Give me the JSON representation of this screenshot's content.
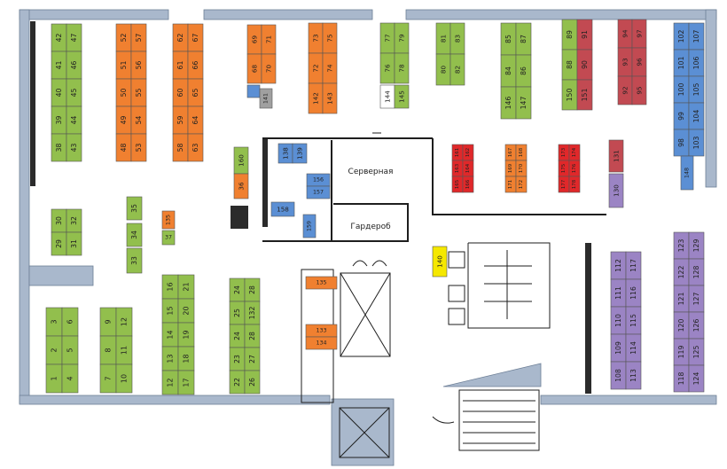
{
  "colors": {
    "green": "#92bf4d",
    "orange": "#f08030",
    "red": "#e0282a",
    "dark_red": "#c24a52",
    "blue": "#5b8fd4",
    "purple": "#9b84c4",
    "yellow": "#f5e800",
    "grey": "#a0a0a0",
    "wall": "#a9b8cc"
  },
  "rooms": {
    "server": "Серверная",
    "wardrobe": "Гардероб"
  },
  "desks": [
    {
      "label": "42",
      "color": "green"
    },
    {
      "label": "47",
      "color": "green"
    },
    {
      "label": "41",
      "color": "green"
    },
    {
      "label": "46",
      "color": "green"
    },
    {
      "label": "40",
      "color": "green"
    },
    {
      "label": "45",
      "color": "green"
    },
    {
      "label": "39",
      "color": "green"
    },
    {
      "label": "44",
      "color": "green"
    },
    {
      "label": "38",
      "color": "green"
    },
    {
      "label": "43",
      "color": "green"
    },
    {
      "label": "52",
      "color": "orange"
    },
    {
      "label": "57",
      "color": "orange"
    },
    {
      "label": "51",
      "color": "orange"
    },
    {
      "label": "56",
      "color": "orange"
    },
    {
      "label": "50",
      "color": "orange"
    },
    {
      "label": "55",
      "color": "orange"
    },
    {
      "label": "49",
      "color": "orange"
    },
    {
      "label": "54",
      "color": "orange"
    },
    {
      "label": "48",
      "color": "orange"
    },
    {
      "label": "53",
      "color": "orange"
    },
    {
      "label": "62",
      "color": "orange"
    },
    {
      "label": "67",
      "color": "orange"
    },
    {
      "label": "61",
      "color": "orange"
    },
    {
      "label": "66",
      "color": "orange"
    },
    {
      "label": "60",
      "color": "orange"
    },
    {
      "label": "65",
      "color": "orange"
    },
    {
      "label": "59",
      "color": "orange"
    },
    {
      "label": "64",
      "color": "orange"
    },
    {
      "label": "58",
      "color": "orange"
    },
    {
      "label": "63",
      "color": "orange"
    },
    {
      "label": "69",
      "color": "orange"
    },
    {
      "label": "71",
      "color": "orange"
    },
    {
      "label": "68",
      "color": "orange"
    },
    {
      "label": "70",
      "color": "orange"
    },
    {
      "label": "",
      "color": "blue"
    },
    {
      "label": "141",
      "color": "grey"
    },
    {
      "label": "73",
      "color": "orange"
    },
    {
      "label": "75",
      "color": "orange"
    },
    {
      "label": "72",
      "color": "orange"
    },
    {
      "label": "74",
      "color": "orange"
    },
    {
      "label": "142",
      "color": "orange"
    },
    {
      "label": "143",
      "color": "orange"
    },
    {
      "label": "77",
      "color": "green"
    },
    {
      "label": "79",
      "color": "green"
    },
    {
      "label": "76",
      "color": "green"
    },
    {
      "label": "78",
      "color": "green"
    },
    {
      "label": "144",
      "color": "white"
    },
    {
      "label": "145",
      "color": "green"
    },
    {
      "label": "81",
      "color": "green"
    },
    {
      "label": "83",
      "color": "green"
    },
    {
      "label": "80",
      "color": "green"
    },
    {
      "label": "82",
      "color": "green"
    },
    {
      "label": "85",
      "color": "green"
    },
    {
      "label": "87",
      "color": "green"
    },
    {
      "label": "84",
      "color": "green"
    },
    {
      "label": "86",
      "color": "green"
    },
    {
      "label": "146",
      "color": "green"
    },
    {
      "label": "147",
      "color": "green"
    },
    {
      "label": "89",
      "color": "green"
    },
    {
      "label": "91",
      "color": "dark_red"
    },
    {
      "label": "88",
      "color": "green"
    },
    {
      "label": "90",
      "color": "dark_red"
    },
    {
      "label": "150",
      "color": "green"
    },
    {
      "label": "151",
      "color": "dark_red"
    },
    {
      "label": "94",
      "color": "dark_red"
    },
    {
      "label": "97",
      "color": "dark_red"
    },
    {
      "label": "93",
      "color": "dark_red"
    },
    {
      "label": "96",
      "color": "dark_red"
    },
    {
      "label": "92",
      "color": "dark_red"
    },
    {
      "label": "95",
      "color": "dark_red"
    },
    {
      "label": "102",
      "color": "blue"
    },
    {
      "label": "107",
      "color": "blue"
    },
    {
      "label": "101",
      "color": "blue"
    },
    {
      "label": "106",
      "color": "blue"
    },
    {
      "label": "100",
      "color": "blue"
    },
    {
      "label": "105",
      "color": "blue"
    },
    {
      "label": "99",
      "color": "blue"
    },
    {
      "label": "104",
      "color": "blue"
    },
    {
      "label": "98",
      "color": "blue"
    },
    {
      "label": "103",
      "color": "blue"
    },
    {
      "label": "148",
      "color": "blue"
    },
    {
      "label": "160",
      "color": "green"
    },
    {
      "label": "36",
      "color": "orange"
    },
    {
      "label": "138",
      "color": "blue"
    },
    {
      "label": "139",
      "color": "blue"
    },
    {
      "label": "156",
      "color": "blue"
    },
    {
      "label": "157",
      "color": "blue"
    },
    {
      "label": "158",
      "color": "blue"
    },
    {
      "label": "159",
      "color": "blue"
    },
    {
      "label": "30",
      "color": "green"
    },
    {
      "label": "32",
      "color": "green"
    },
    {
      "label": "29",
      "color": "green"
    },
    {
      "label": "31",
      "color": "green"
    },
    {
      "label": "35",
      "color": "green"
    },
    {
      "label": "34",
      "color": "green"
    },
    {
      "label": "33",
      "color": "green"
    },
    {
      "label": "135",
      "color": "orange"
    },
    {
      "label": "37",
      "color": "green"
    },
    {
      "label": "3",
      "color": "green"
    },
    {
      "label": "6",
      "color": "green"
    },
    {
      "label": "2",
      "color": "green"
    },
    {
      "label": "5",
      "color": "green"
    },
    {
      "label": "1",
      "color": "green"
    },
    {
      "label": "4",
      "color": "green"
    },
    {
      "label": "9",
      "color": "green"
    },
    {
      "label": "12",
      "color": "green"
    },
    {
      "label": "8",
      "color": "green"
    },
    {
      "label": "11",
      "color": "green"
    },
    {
      "label": "7",
      "color": "green"
    },
    {
      "label": "10",
      "color": "green"
    },
    {
      "label": "16",
      "color": "green"
    },
    {
      "label": "21",
      "color": "green"
    },
    {
      "label": "15",
      "color": "green"
    },
    {
      "label": "20",
      "color": "green"
    },
    {
      "label": "14",
      "color": "green"
    },
    {
      "label": "19",
      "color": "green"
    },
    {
      "label": "13",
      "color": "green"
    },
    {
      "label": "18",
      "color": "green"
    },
    {
      "label": "12",
      "color": "green"
    },
    {
      "label": "17",
      "color": "green"
    },
    {
      "label": "24",
      "color": "green"
    },
    {
      "label": "28",
      "color": "green"
    },
    {
      "label": "25",
      "color": "green"
    },
    {
      "label": "132",
      "color": "green"
    },
    {
      "label": "24",
      "color": "green"
    },
    {
      "label": "28",
      "color": "green"
    },
    {
      "label": "23",
      "color": "green"
    },
    {
      "label": "27",
      "color": "green"
    },
    {
      "label": "22",
      "color": "green"
    },
    {
      "label": "26",
      "color": "green"
    },
    {
      "label": "135",
      "color": "orange"
    },
    {
      "label": "133",
      "color": "orange"
    },
    {
      "label": "134",
      "color": "orange"
    },
    {
      "label": "161",
      "color": "red"
    },
    {
      "label": "162",
      "color": "red"
    },
    {
      "label": "163",
      "color": "red"
    },
    {
      "label": "164",
      "color": "red"
    },
    {
      "label": "165",
      "color": "red"
    },
    {
      "label": "166",
      "color": "red"
    },
    {
      "label": "167",
      "color": "orange"
    },
    {
      "label": "168",
      "color": "orange"
    },
    {
      "label": "169",
      "color": "orange"
    },
    {
      "label": "170",
      "color": "orange"
    },
    {
      "label": "171",
      "color": "orange"
    },
    {
      "label": "172",
      "color": "orange"
    },
    {
      "label": "173",
      "color": "red"
    },
    {
      "label": "174",
      "color": "red"
    },
    {
      "label": "175",
      "color": "red"
    },
    {
      "label": "176",
      "color": "red"
    },
    {
      "label": "177",
      "color": "red"
    },
    {
      "label": "178",
      "color": "red"
    },
    {
      "label": "131",
      "color": "dark_red"
    },
    {
      "label": "130",
      "color": "purple"
    },
    {
      "label": "140",
      "color": "yellow"
    },
    {
      "label": "112",
      "color": "purple"
    },
    {
      "label": "117",
      "color": "purple"
    },
    {
      "label": "111",
      "color": "purple"
    },
    {
      "label": "116",
      "color": "purple"
    },
    {
      "label": "110",
      "color": "purple"
    },
    {
      "label": "115",
      "color": "purple"
    },
    {
      "label": "109",
      "color": "purple"
    },
    {
      "label": "114",
      "color": "purple"
    },
    {
      "label": "108",
      "color": "purple"
    },
    {
      "label": "113",
      "color": "purple"
    },
    {
      "label": "123",
      "color": "purple"
    },
    {
      "label": "129",
      "color": "purple"
    },
    {
      "label": "122",
      "color": "purple"
    },
    {
      "label": "128",
      "color": "purple"
    },
    {
      "label": "121",
      "color": "purple"
    },
    {
      "label": "127",
      "color": "purple"
    },
    {
      "label": "120",
      "color": "purple"
    },
    {
      "label": "126",
      "color": "purple"
    },
    {
      "label": "119",
      "color": "purple"
    },
    {
      "label": "125",
      "color": "purple"
    },
    {
      "label": "118",
      "color": "purple"
    },
    {
      "label": "124",
      "color": "purple"
    }
  ]
}
